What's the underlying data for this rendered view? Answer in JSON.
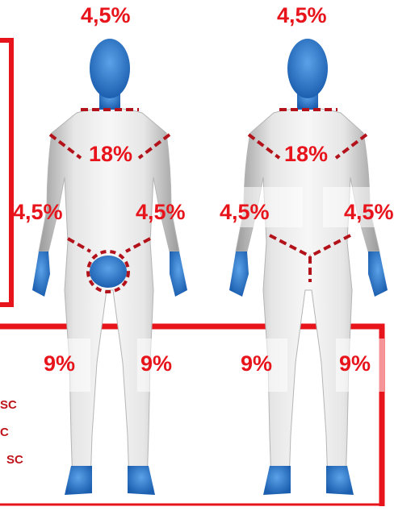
{
  "figure": {
    "front": {
      "head": "4,5%",
      "trunk": "18%",
      "arm_right_side": "4,5%",
      "arm_left_side": "4,5%",
      "leg_right_side": "9%",
      "leg_left_side": "9%"
    },
    "back": {
      "head": "4,5%",
      "trunk": "18%",
      "arm_left_side": "4,5%",
      "arm_right_side": "4,5%",
      "leg_left_side": "9%",
      "leg_right_side": "9%"
    },
    "side_labels": [
      "SC",
      "C",
      "SC"
    ]
  },
  "colors": {
    "highlight": "#e8141b",
    "dashed_line": "#b3121a",
    "blue_parts": "#2f7fd3",
    "body_silhouette": "#e6e6e6"
  }
}
